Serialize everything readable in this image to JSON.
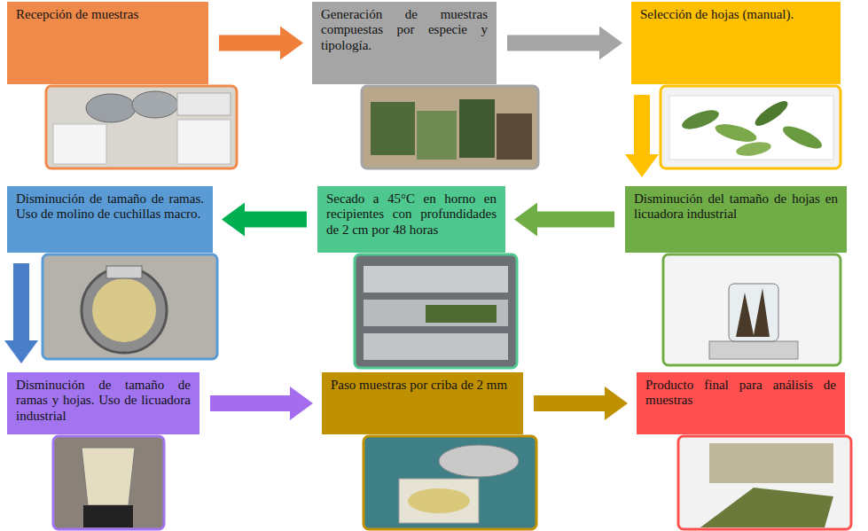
{
  "diagram": {
    "nodes": [
      {
        "text": [
          "Recepción de muestras"
        ]
      },
      {
        "text": [
          "Generación de muestras compuestas por especie y tipología."
        ]
      },
      {
        "text": [
          "Selección de hojas (manual)."
        ]
      },
      {
        "text": [
          "Disminución del tamaño de hojas en licuadora industrial"
        ]
      },
      {
        "text": [
          "Secado a 45°C en horno en recipientes con profundidades de 2 cm por 48 horas"
        ]
      },
      {
        "text": [
          "Disminución de tamaño de ramas. Uso de molino de cuchillas macro."
        ]
      },
      {
        "text": [
          "Disminución de tamaño de ramas y hojas. Uso de licuadora industrial"
        ]
      },
      {
        "text": [
          "Paso muestras por criba de 2 mm"
        ]
      },
      {
        "text": [
          "Producto final para análisis de muestras"
        ]
      }
    ],
    "edges": [
      {
        "from": 0,
        "to": 1,
        "arrow": "to"
      },
      {
        "from": 1,
        "to": 2,
        "arrow": "to"
      },
      {
        "from": 2,
        "to": 3,
        "arrow": "to"
      },
      {
        "from": 3,
        "to": 4,
        "arrow": "to"
      },
      {
        "from": 4,
        "to": 5,
        "arrow": "to"
      },
      {
        "from": 5,
        "to": 6,
        "arrow": "to"
      },
      {
        "from": 6,
        "to": 7,
        "arrow": "to"
      },
      {
        "from": 7,
        "to": 8,
        "arrow": "to"
      }
    ]
  }
}
